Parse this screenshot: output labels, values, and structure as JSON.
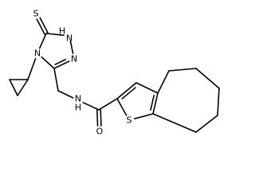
{
  "atoms": [
    {
      "id": "a_S_thione",
      "symbol": "S",
      "label": "S"
    },
    {
      "id": "a_C5",
      "symbol": "C",
      "label": ""
    },
    {
      "id": "a_N1",
      "symbol": "N",
      "label": "H\nN"
    },
    {
      "id": "a_N2",
      "symbol": "N",
      "label": "N"
    },
    {
      "id": "a_C3",
      "symbol": "C",
      "label": ""
    },
    {
      "id": "a_N4",
      "symbol": "N",
      "label": "N"
    },
    {
      "id": "a_cp1",
      "symbol": "C",
      "label": ""
    },
    {
      "id": "a_cp2",
      "symbol": "C",
      "label": ""
    },
    {
      "id": "a_cp3",
      "symbol": "C",
      "label": ""
    },
    {
      "id": "a_CH2",
      "symbol": "C",
      "label": ""
    },
    {
      "id": "a_NH",
      "symbol": "N",
      "label": "N\nH"
    },
    {
      "id": "a_Camide",
      "symbol": "C",
      "label": ""
    },
    {
      "id": "a_O",
      "symbol": "O",
      "label": "O"
    },
    {
      "id": "a_th_C2",
      "symbol": "C",
      "label": ""
    },
    {
      "id": "a_th_C3",
      "symbol": "C",
      "label": ""
    },
    {
      "id": "a_th_C3a",
      "symbol": "C",
      "label": ""
    },
    {
      "id": "a_th_C8a",
      "symbol": "C",
      "label": ""
    },
    {
      "id": "a_th_S",
      "symbol": "S",
      "label": "S"
    },
    {
      "id": "a_hp4",
      "symbol": "C",
      "label": ""
    },
    {
      "id": "a_hp5",
      "symbol": "C",
      "label": ""
    },
    {
      "id": "a_hp6",
      "symbol": "C",
      "label": ""
    },
    {
      "id": "a_hp7",
      "symbol": "C",
      "label": ""
    },
    {
      "id": "a_hp8",
      "symbol": "C",
      "label": ""
    }
  ],
  "bonds": [
    {
      "from": "a_S_thione",
      "to": "a_C5",
      "order": 2
    },
    {
      "from": "a_C5",
      "to": "a_N1",
      "order": 1
    },
    {
      "from": "a_N1",
      "to": "a_N2",
      "order": 1
    },
    {
      "from": "a_N2",
      "to": "a_C3",
      "order": 2
    },
    {
      "from": "a_C3",
      "to": "a_N4",
      "order": 1
    },
    {
      "from": "a_N4",
      "to": "a_C5",
      "order": 1
    },
    {
      "from": "a_N4",
      "to": "a_cp1",
      "order": 1
    },
    {
      "from": "a_cp1",
      "to": "a_cp2",
      "order": 1
    },
    {
      "from": "a_cp2",
      "to": "a_cp3",
      "order": 1
    },
    {
      "from": "a_cp3",
      "to": "a_cp1",
      "order": 1
    },
    {
      "from": "a_C3",
      "to": "a_CH2",
      "order": 1
    },
    {
      "from": "a_CH2",
      "to": "a_NH",
      "order": 1
    },
    {
      "from": "a_NH",
      "to": "a_Camide",
      "order": 1
    },
    {
      "from": "a_Camide",
      "to": "a_O",
      "order": 2
    },
    {
      "from": "a_Camide",
      "to": "a_th_C2",
      "order": 1
    },
    {
      "from": "a_th_C2",
      "to": "a_th_C3",
      "order": 2
    },
    {
      "from": "a_th_C3",
      "to": "a_th_C3a",
      "order": 1
    },
    {
      "from": "a_th_C3a",
      "to": "a_th_C8a",
      "order": 2
    },
    {
      "from": "a_th_C8a",
      "to": "a_th_S",
      "order": 1
    },
    {
      "from": "a_th_S",
      "to": "a_th_C2",
      "order": 1
    },
    {
      "from": "a_th_C3a",
      "to": "a_hp4",
      "order": 1
    },
    {
      "from": "a_hp4",
      "to": "a_hp5",
      "order": 1
    },
    {
      "from": "a_hp5",
      "to": "a_hp6",
      "order": 1
    },
    {
      "from": "a_hp6",
      "to": "a_hp7",
      "order": 1
    },
    {
      "from": "a_hp7",
      "to": "a_hp8",
      "order": 1
    },
    {
      "from": "a_hp8",
      "to": "a_th_C8a",
      "order": 1
    }
  ]
}
